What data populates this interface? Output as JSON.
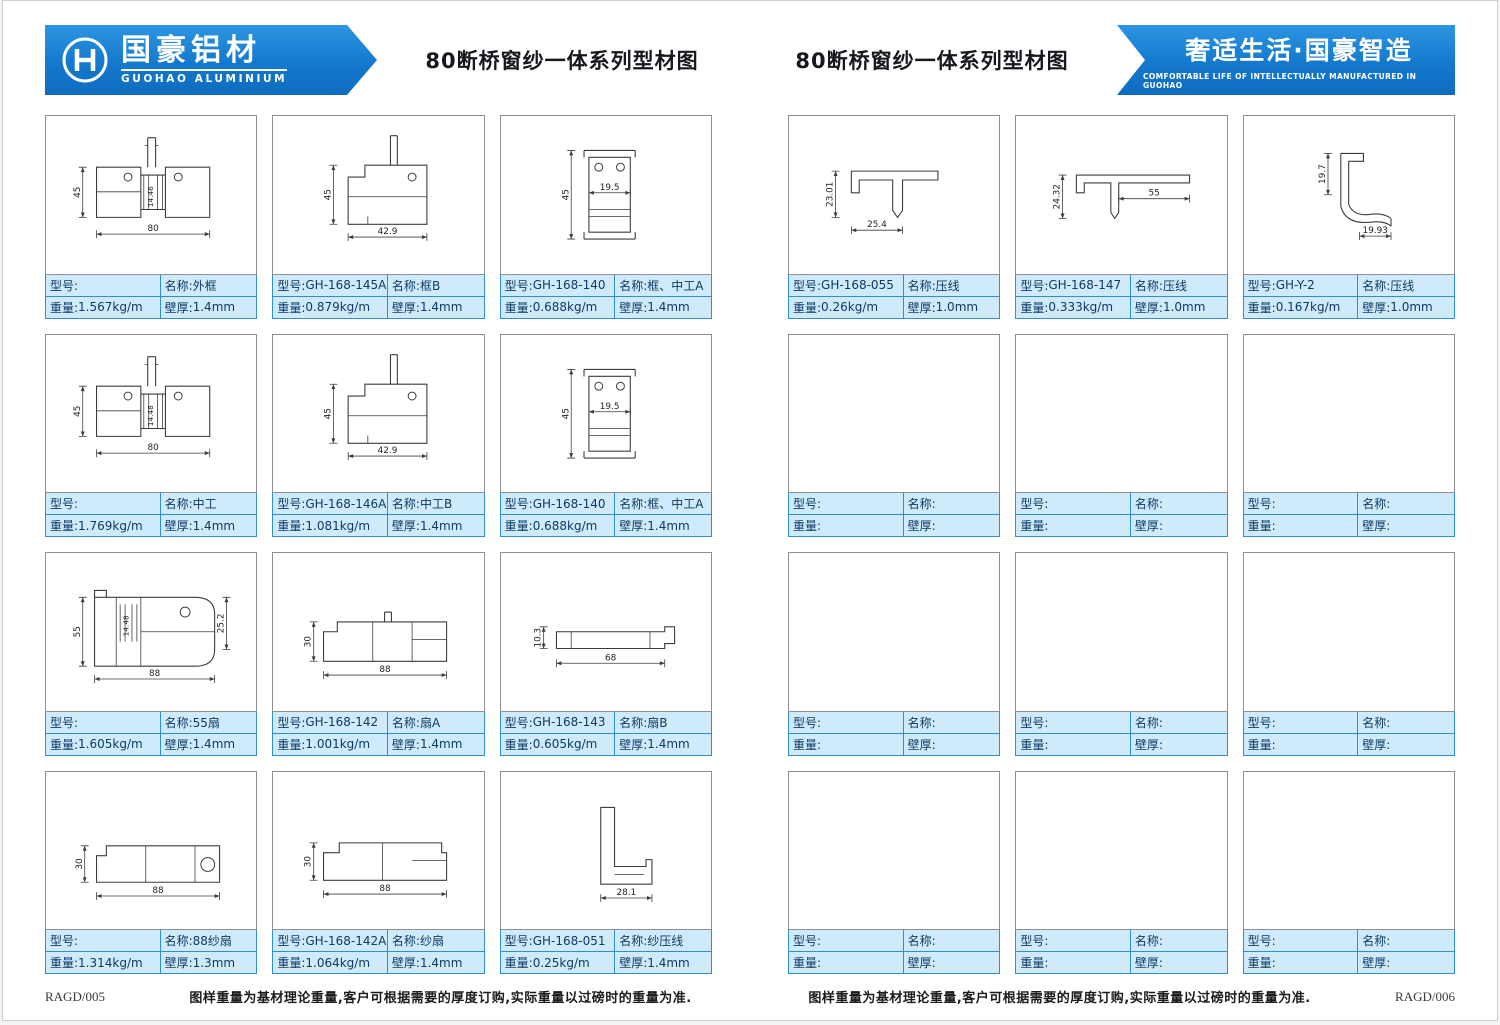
{
  "header": {
    "brand": "国豪铝材",
    "brand_sub": "GUOHAO ALUMINIUM",
    "page_title_left": "80断桥窗纱一体系列型材图",
    "page_title_right": "80断桥窗纱一体系列型材图",
    "slogan": "奢适生活·国豪智造",
    "slogan_sub": "COMFORTABLE LIFE OF INTELLECTUALLY MANUFACTURED IN GUOHAO"
  },
  "labels": {
    "model": "型号:",
    "name": "名称:",
    "weight": "重量:",
    "thickness": "壁厚:"
  },
  "colors": {
    "header_blue": "#1a80d0",
    "table_bg": "#cfeafa",
    "table_border": "#2f8fd2"
  },
  "pages": [
    {
      "code": "RAGD/005",
      "footnote": "图样重量为基材理论重量,客户可根据需要的厚度订购,实际重量以过磅时的重量为准.",
      "cards": [
        {
          "model": "",
          "name": "外框",
          "weight": "1.567kg/m",
          "thickness": "1.4mm",
          "shape": "frame80",
          "dims": [
            "45",
            "80",
            "14.46"
          ]
        },
        {
          "model": "GH-168-145A",
          "name": "框B",
          "weight": "0.879kg/m",
          "thickness": "1.4mm",
          "shape": "frameB",
          "dims": [
            "45",
            "42.9"
          ]
        },
        {
          "model": "GH-168-140",
          "name": "框、中工A",
          "weight": "0.688kg/m",
          "thickness": "1.4mm",
          "shape": "mullionA",
          "dims": [
            "45",
            "19.5"
          ]
        },
        {
          "model": "",
          "name": "中工",
          "weight": "1.769kg/m",
          "thickness": "1.4mm",
          "shape": "frame80",
          "dims": [
            "45",
            "80",
            "14.48"
          ]
        },
        {
          "model": "GH-168-146A",
          "name": "中工B",
          "weight": "1.081kg/m",
          "thickness": "1.4mm",
          "shape": "frameB",
          "dims": [
            "45",
            "42.9"
          ]
        },
        {
          "model": "GH-168-140",
          "name": "框、中工A",
          "weight": "0.688kg/m",
          "thickness": "1.4mm",
          "shape": "mullionA",
          "dims": [
            "45",
            "19.5"
          ]
        },
        {
          "model": "",
          "name": "55扇",
          "weight": "1.605kg/m",
          "thickness": "1.4mm",
          "shape": "sash55",
          "dims": [
            "55",
            "88",
            "14.48",
            "25.2"
          ]
        },
        {
          "model": "GH-168-142",
          "name": "扇A",
          "weight": "1.001kg/m",
          "thickness": "1.4mm",
          "shape": "sashA",
          "dims": [
            "30",
            "88"
          ]
        },
        {
          "model": "GH-168-143",
          "name": "扇B",
          "weight": "0.605kg/m",
          "thickness": "1.4mm",
          "shape": "sashB",
          "dims": [
            "10.3",
            "68"
          ]
        },
        {
          "model": "",
          "name": "88纱扇",
          "weight": "1.314kg/m",
          "thickness": "1.3mm",
          "shape": "screen88",
          "dims": [
            "30",
            "88"
          ]
        },
        {
          "model": "GH-168-142A",
          "name": "纱扇",
          "weight": "1.064kg/m",
          "thickness": "1.4mm",
          "shape": "screenSash",
          "dims": [
            "30",
            "88"
          ]
        },
        {
          "model": "GH-168-051",
          "name": "纱压线",
          "weight": "0.25kg/m",
          "thickness": "1.4mm",
          "shape": "beadScreen",
          "dims": [
            "28.1"
          ]
        }
      ]
    },
    {
      "code": "RAGD/006",
      "footnote": "图样重量为基材理论重量,客户可根据需要的厚度订购,实际重量以过磅时的重量为准.",
      "cards": [
        {
          "model": "GH-168-055",
          "name": "压线",
          "weight": "0.26kg/m",
          "thickness": "1.0mm",
          "shape": "bead055",
          "dims": [
            "23.01",
            "25.4"
          ]
        },
        {
          "model": "GH-168-147",
          "name": "压线",
          "weight": "0.333kg/m",
          "thickness": "1.0mm",
          "shape": "bead147",
          "dims": [
            "24.32",
            "55"
          ]
        },
        {
          "model": "GH-Y-2",
          "name": "压线",
          "weight": "0.167kg/m",
          "thickness": "1.0mm",
          "shape": "beadY2",
          "dims": [
            "19.7",
            "19.93"
          ]
        },
        {
          "model": "",
          "name": "",
          "weight": "",
          "thickness": "",
          "shape": "",
          "dims": []
        },
        {
          "model": "",
          "name": "",
          "weight": "",
          "thickness": "",
          "shape": "",
          "dims": []
        },
        {
          "model": "",
          "name": "",
          "weight": "",
          "thickness": "",
          "shape": "",
          "dims": []
        },
        {
          "model": "",
          "name": "",
          "weight": "",
          "thickness": "",
          "shape": "",
          "dims": []
        },
        {
          "model": "",
          "name": "",
          "weight": "",
          "thickness": "",
          "shape": "",
          "dims": []
        },
        {
          "model": "",
          "name": "",
          "weight": "",
          "thickness": "",
          "shape": "",
          "dims": []
        },
        {
          "model": "",
          "name": "",
          "weight": "",
          "thickness": "",
          "shape": "",
          "dims": []
        },
        {
          "model": "",
          "name": "",
          "weight": "",
          "thickness": "",
          "shape": "",
          "dims": []
        },
        {
          "model": "",
          "name": "",
          "weight": "",
          "thickness": "",
          "shape": "",
          "dims": []
        }
      ]
    }
  ]
}
